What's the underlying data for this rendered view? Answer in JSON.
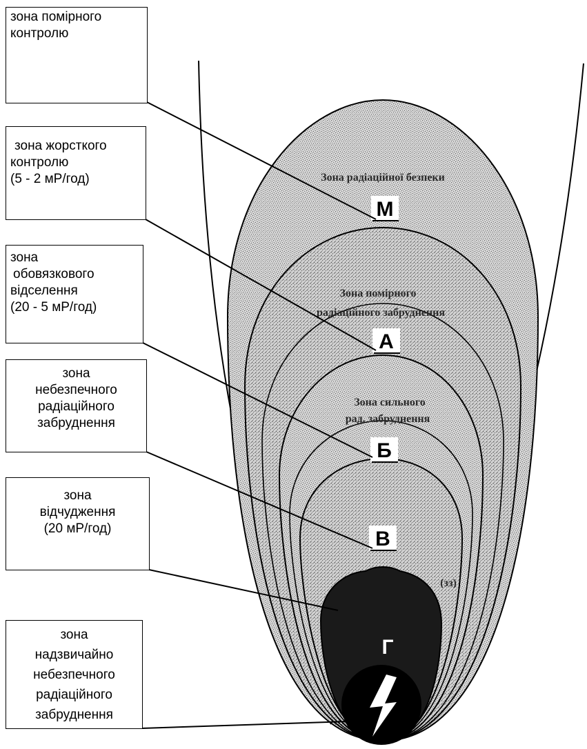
{
  "labels": [
    {
      "id": "moderate-control",
      "lines": [
        "зона помірного",
        "контролю"
      ]
    },
    {
      "id": "strict-control",
      "lines": [
        "зона жорсткого",
        "контролю",
        "(5 - 2 мР/год)"
      ]
    },
    {
      "id": "mandatory-resettlement",
      "lines": [
        "зона",
        "обовязкового",
        "відселення",
        "(20 - 5 мР/год)"
      ]
    },
    {
      "id": "dangerous-contamination",
      "lines": [
        "зона",
        "небезпечного",
        "радіаційного",
        "забруднення"
      ]
    },
    {
      "id": "exclusion",
      "lines": [
        "зона",
        "відчудження",
        "(20 мР/год)"
      ]
    },
    {
      "id": "extremely-dangerous",
      "lines": [
        "зона",
        "надзвичайно",
        "небезпечного",
        "радіаційного",
        "забруднення"
      ]
    }
  ],
  "zone_letters": {
    "m": "М",
    "a": "А",
    "b": "Б",
    "v": "В",
    "g": "Г"
  },
  "zone_inner_texts": {
    "m": "Зона радіаційної безпеки",
    "a1": "Зона помірного",
    "a2": "радіаційного забруднення",
    "b1": "Зона сильного",
    "b2": "рад. забруднення",
    "v": "(зз)"
  },
  "colors": {
    "stipple": "#9a9a9a",
    "dark_zone": "#1a1a1a",
    "source": "#000000",
    "line": "#000000"
  }
}
